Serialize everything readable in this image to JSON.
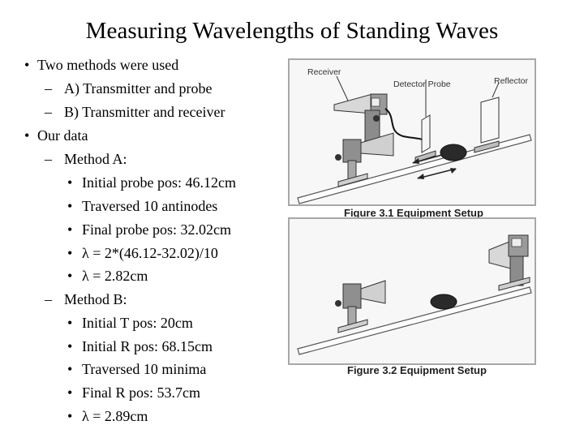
{
  "title": "Measuring Wavelengths of Standing Waves",
  "bullets": [
    {
      "marker": "•",
      "text": "Two methods were used"
    },
    {
      "marker": "–",
      "text": "A) Transmitter and probe"
    },
    {
      "marker": "–",
      "text": "B) Transmitter and receiver"
    },
    {
      "marker": "•",
      "text": "Our data"
    },
    {
      "marker": "–",
      "text": "Method A:"
    },
    {
      "marker": "•",
      "text": "Initial probe pos: 46.12cm"
    },
    {
      "marker": "•",
      "text": "Traversed 10 antinodes"
    },
    {
      "marker": "•",
      "text": "Final probe pos: 32.02cm"
    },
    {
      "marker": "•",
      "text": "λ = 2*(46.12-32.02)/10"
    },
    {
      "marker": "•",
      "text": "λ = 2.82cm"
    },
    {
      "marker": "–",
      "text": "Method B:"
    },
    {
      "marker": "•",
      "text": "Initial T pos: 20cm"
    },
    {
      "marker": "•",
      "text": "Initial R pos: 68.15cm"
    },
    {
      "marker": "•",
      "text": "Traversed 10 minima"
    },
    {
      "marker": "•",
      "text": "Final R pos: 53.7cm"
    },
    {
      "marker": "•",
      "text": "λ = 2.89cm"
    }
  ],
  "figure1": {
    "caption": "Figure 3.1 Equipment Setup",
    "labels": {
      "receiver": "Receiver",
      "detector": "Detector Probe",
      "reflector": "Reflector"
    }
  },
  "figure2": {
    "caption": "Figure 3.2 Equipment Setup"
  }
}
